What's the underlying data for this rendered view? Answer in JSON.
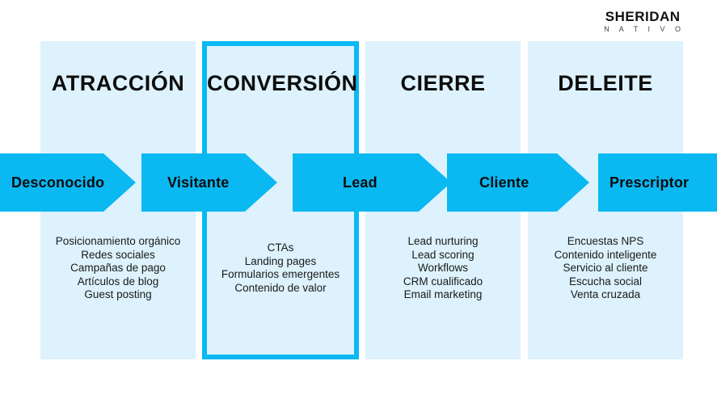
{
  "brand": {
    "name": "SHERIDAN",
    "tagline": "N A T I V O"
  },
  "colors": {
    "accent": "#0ab8f2",
    "panel_background": "#ddf2fc",
    "text": "#0d0d0d",
    "page_background": "#ffffff"
  },
  "stages": [
    {
      "title": "ATRACCIÓN",
      "highlighted": false,
      "items": [
        "Posicionamiento orgánico",
        "Redes sociales",
        "Campañas de pago",
        "Artículos de blog",
        "Guest posting"
      ]
    },
    {
      "title": "CONVERSIÓN",
      "highlighted": true,
      "items": [
        "CTAs",
        "Landing pages",
        "Formularios emergentes",
        "Contenido de valor"
      ]
    },
    {
      "title": "CIERRE",
      "highlighted": false,
      "items": [
        "Lead nurturing",
        "Lead scoring",
        "Workflows",
        "CRM cualificado",
        "Email marketing"
      ]
    },
    {
      "title": "DELEITE",
      "highlighted": false,
      "items": [
        "Encuestas NPS",
        "Contenido inteligente",
        "Servicio al cliente",
        "Escucha social",
        "Venta cruzada"
      ]
    }
  ],
  "funnel_steps": [
    {
      "label": "Desconocido"
    },
    {
      "label": "Visitante"
    },
    {
      "label": "Lead"
    },
    {
      "label": "Cliente"
    },
    {
      "label": "Prescriptor"
    }
  ]
}
